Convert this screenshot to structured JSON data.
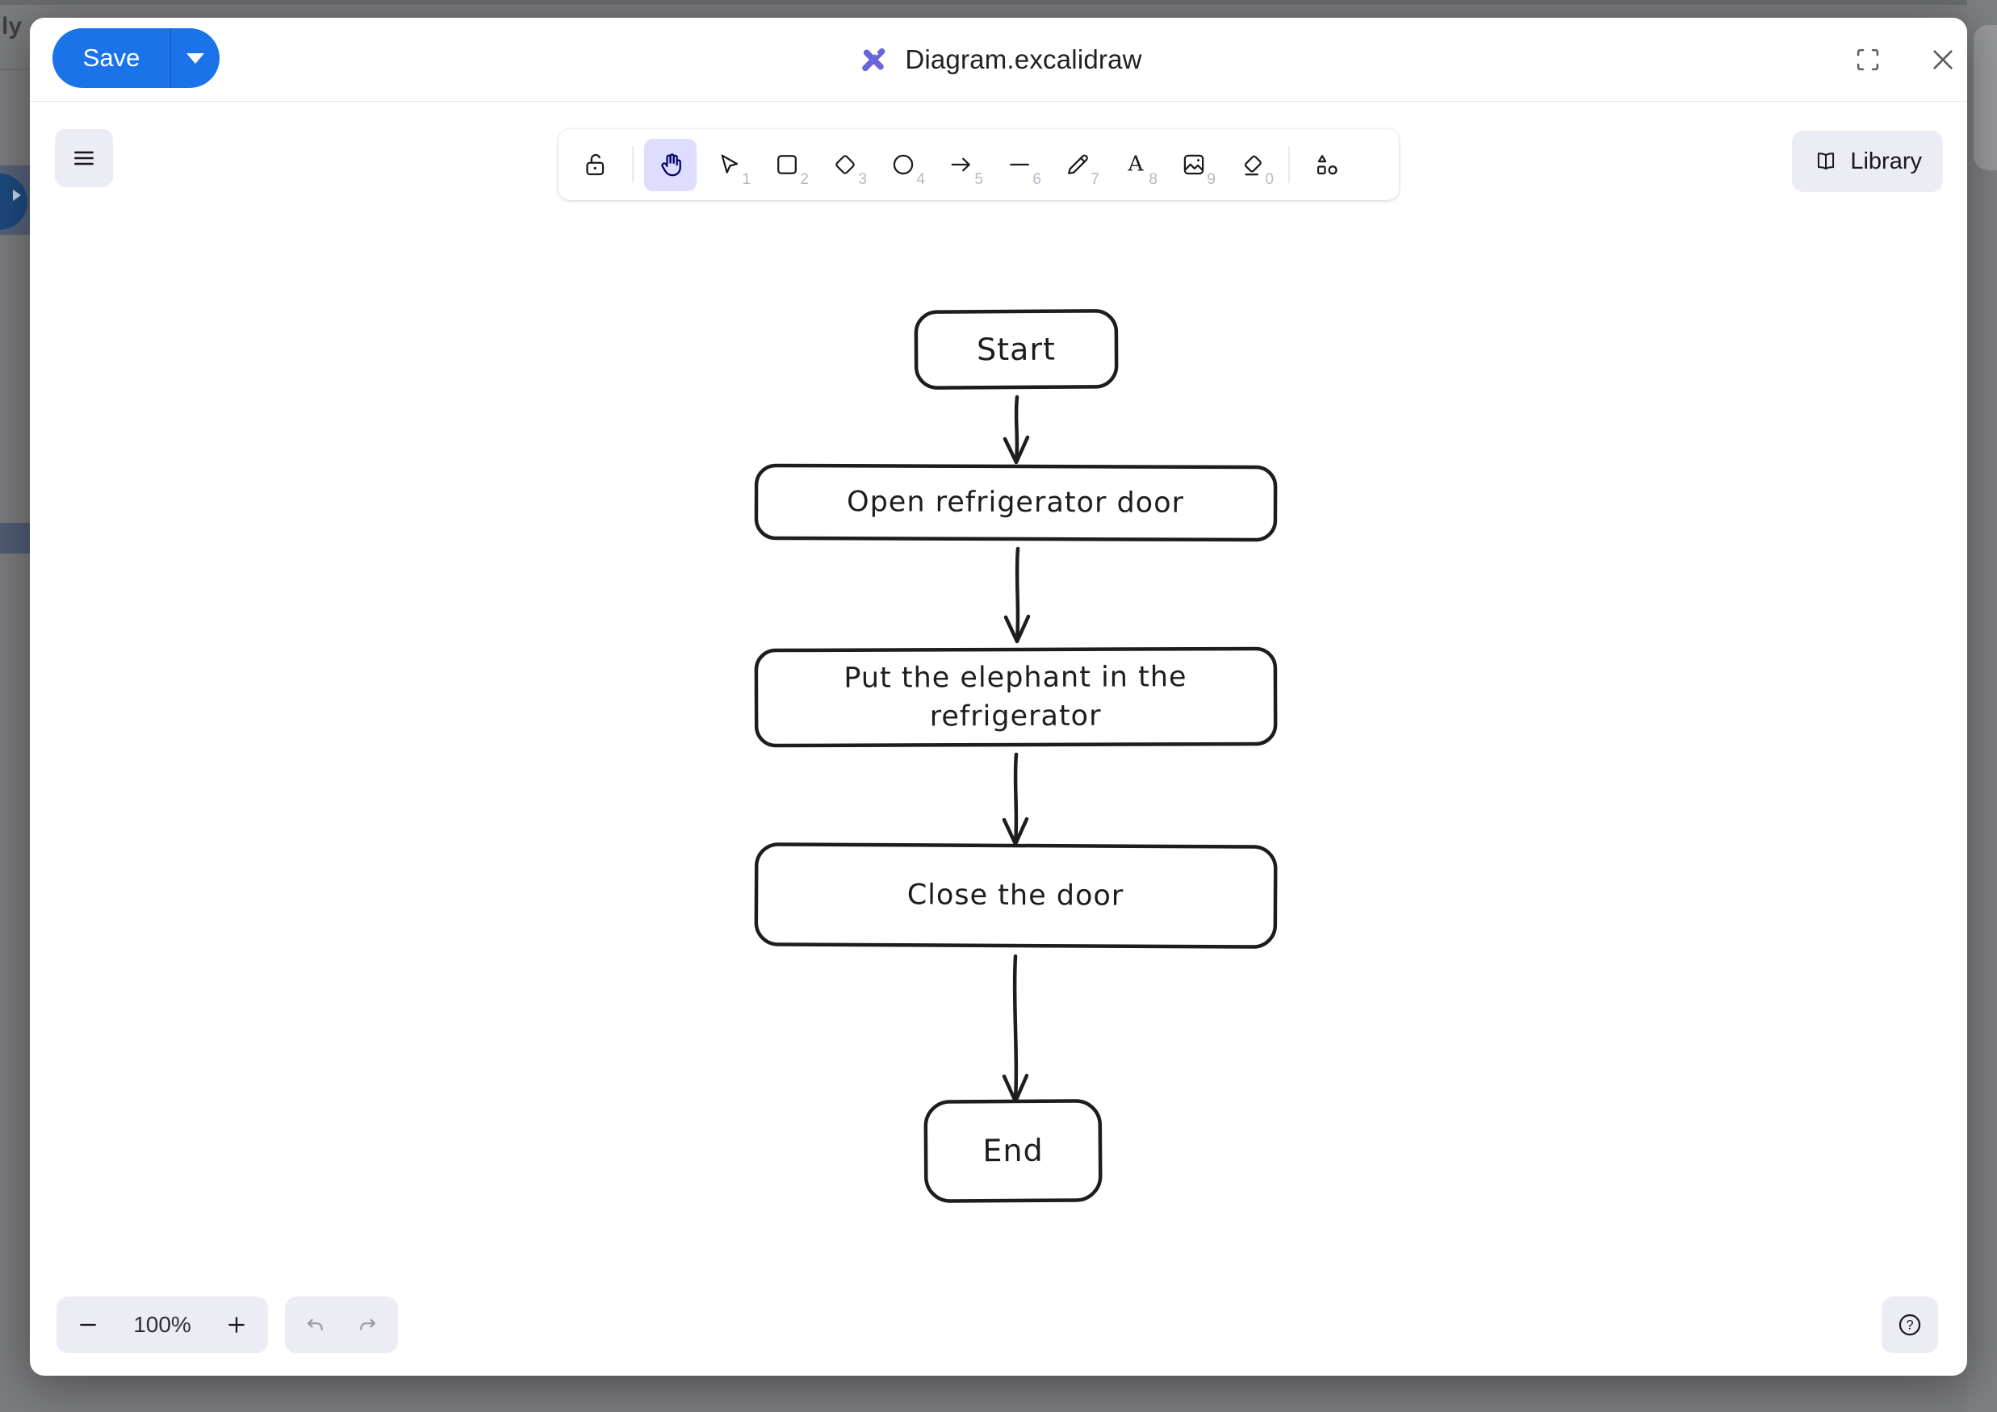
{
  "background": {
    "clipped_text": "ly F"
  },
  "modal": {
    "header": {
      "save_label": "Save",
      "title": "Diagram.excalidraw"
    },
    "toolbar": {
      "tools": [
        {
          "name": "lock",
          "shortcut": ""
        },
        {
          "name": "hand",
          "shortcut": "",
          "selected": true
        },
        {
          "name": "selection",
          "shortcut": "1"
        },
        {
          "name": "rectangle",
          "shortcut": "2"
        },
        {
          "name": "diamond",
          "shortcut": "3"
        },
        {
          "name": "ellipse",
          "shortcut": "4"
        },
        {
          "name": "arrow",
          "shortcut": "5"
        },
        {
          "name": "line",
          "shortcut": "6"
        },
        {
          "name": "draw",
          "shortcut": "7"
        },
        {
          "name": "text",
          "shortcut": "8",
          "glyph": "A"
        },
        {
          "name": "image",
          "shortcut": "9"
        },
        {
          "name": "eraser",
          "shortcut": "0"
        },
        {
          "name": "more-shapes",
          "shortcut": ""
        }
      ],
      "library_label": "Library"
    },
    "canvas": {
      "diagram": {
        "type": "flowchart",
        "nodes": [
          {
            "id": "start",
            "lines": [
              "Start"
            ]
          },
          {
            "id": "open-door",
            "lines": [
              "Open refrigerator door"
            ]
          },
          {
            "id": "put-elephant",
            "lines": [
              "Put the elephant in the",
              "refrigerator"
            ]
          },
          {
            "id": "close-door",
            "lines": [
              "Close the door"
            ]
          },
          {
            "id": "end",
            "lines": [
              "End"
            ]
          }
        ],
        "edges": [
          {
            "from": "start",
            "to": "open-door"
          },
          {
            "from": "open-door",
            "to": "put-elephant"
          },
          {
            "from": "put-elephant",
            "to": "close-door"
          },
          {
            "from": "close-door",
            "to": "end"
          }
        ]
      }
    },
    "footer": {
      "zoom_level": "100%",
      "help_glyph": "?"
    },
    "colors": {
      "accent_blue": "#1a73e8",
      "excalidraw_purple": "#6965db",
      "tool_selected_bg": "#dedcff",
      "tool_selected_icon": "#030064",
      "island_bg": "#ececf4",
      "sketch_stroke": "#1d1d1f"
    }
  }
}
